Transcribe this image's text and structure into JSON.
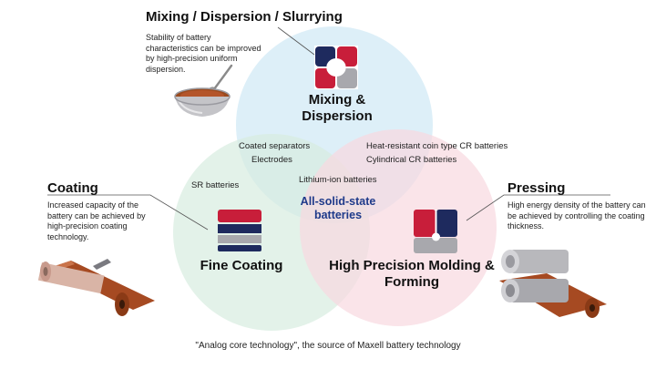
{
  "headings": {
    "mixing": "Mixing / Dispersion / Slurrying",
    "coating": "Coating",
    "pressing": "Pressing"
  },
  "descriptions": {
    "mixing": "Stability of battery characteristics can be improved by high-precision uniform dispersion.",
    "coating": "Increased capacity of the battery can be achieved by high-precision coating technology.",
    "pressing": "High energy density of the battery can be achieved by controlling the coating thickness."
  },
  "circles": {
    "mixing": "Mixing & Dispersion",
    "coating": "Fine Coating",
    "molding": "High Precision Molding & Forming"
  },
  "overlaps": {
    "mix_coat_1": "Coated separators",
    "mix_coat_2": "Electrodes",
    "mix_mold_1": "Heat-resistant coin type CR batteries",
    "mix_mold_2": "Cylindrical CR batteries",
    "coat_mold": "Lithium-ion batteries",
    "coating_only": "SR batteries",
    "center": "All-solid-state batteries"
  },
  "footer": "\"Analog core technology\", the source of Maxell battery technology",
  "colors": {
    "mixing_circle": "#cfe8f5",
    "coating_circle": "#d7ecdf",
    "molding_circle": "#f8d9e0",
    "red": "#c81e3a",
    "navy": "#1e2a5e",
    "gray": "#a8a8ad",
    "copper": "#b4552a"
  },
  "icons": [
    "mixing-icon",
    "coating-icon",
    "molding-icon",
    "mixing-bowl-icon",
    "coating-roll-icon",
    "pressing-rollers-icon"
  ]
}
